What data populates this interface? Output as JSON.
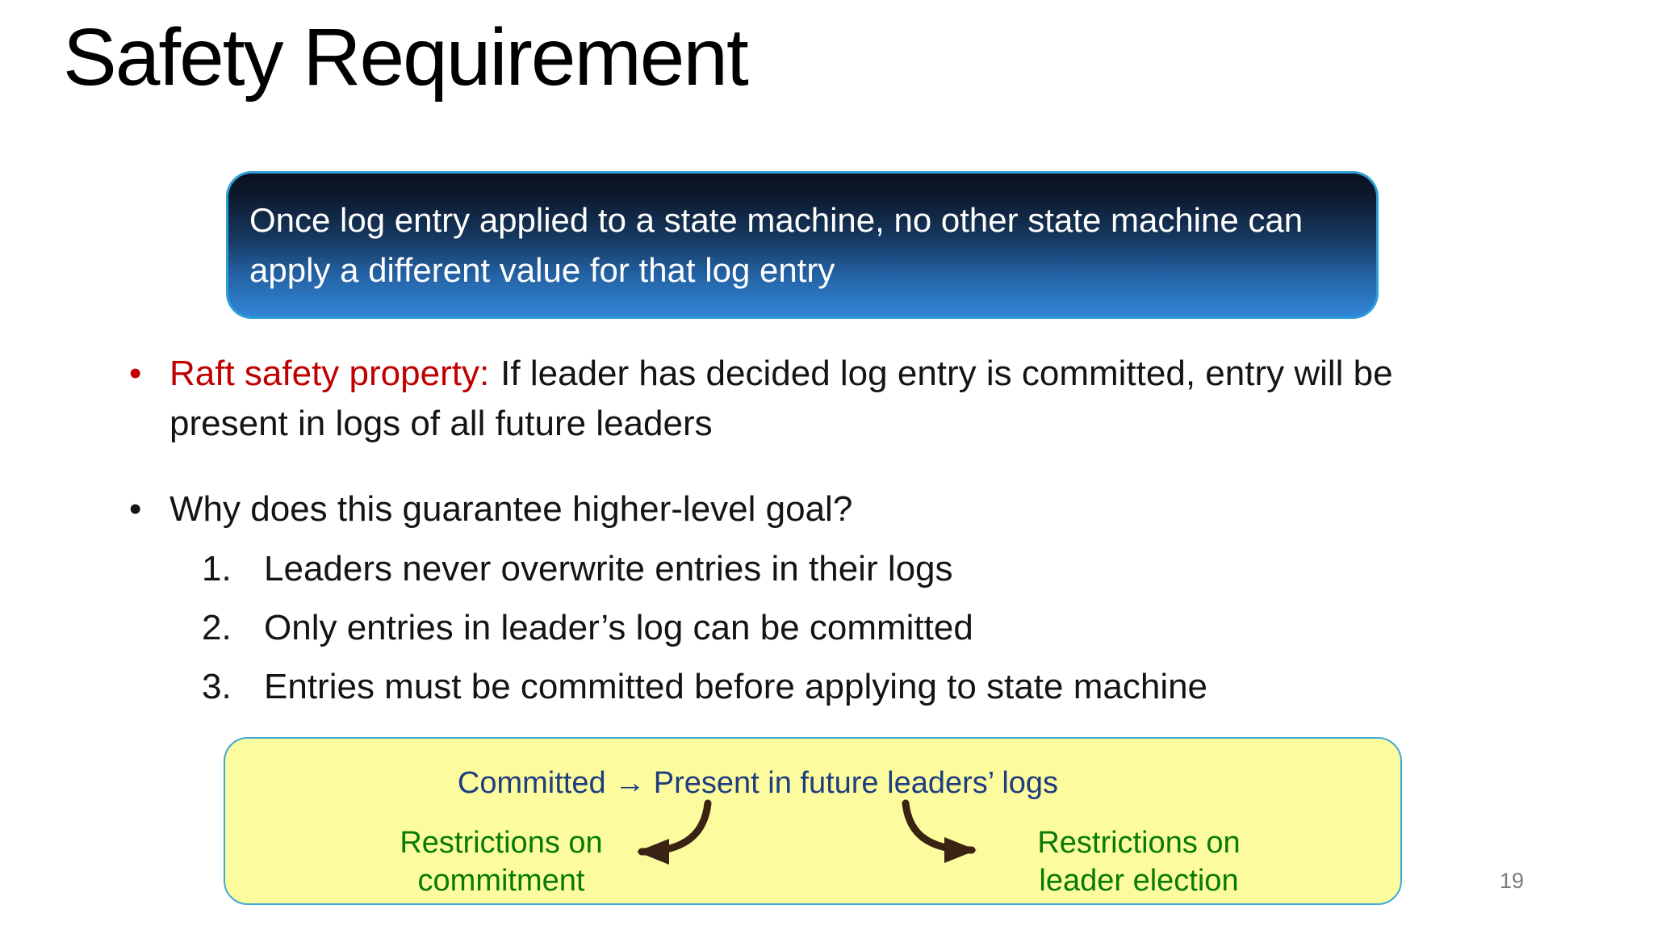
{
  "title": "Safety Requirement",
  "page_number": "19",
  "callout": {
    "text": "Once log entry applied to a state machine, no other state machine can apply a different value for that log entry"
  },
  "bullet1": {
    "lead": "Raft safety property:",
    "rest": "If leader has decided log entry is committed, entry will be present in logs of all future leaders"
  },
  "bullet2": {
    "text": "Why does this guarantee higher-level goal?"
  },
  "numbered_list": [
    {
      "num": "1.",
      "text": "Leaders never overwrite entries in their logs"
    },
    {
      "num": "2.",
      "text": "Only entries in leader’s log can be committed"
    },
    {
      "num": "3.",
      "text": "Entries must be committed before applying to state machine"
    }
  ],
  "summary": {
    "header": "Committed → Present in future leaders’ logs",
    "left_label_line1": "Restrictions on",
    "left_label_line2": "commitment",
    "right_label_line1": "Restrictions on",
    "right_label_line2": "leader election"
  },
  "colors": {
    "accent_red": "#C00000",
    "accent_green": "#077A07",
    "summary_header_blue": "#1F3D7E",
    "arrow_brown": "#3A2313",
    "callout_border_blue": "#2E9ED9",
    "callout_gradient_top": "#0A1120",
    "callout_gradient_bottom": "#3184D6",
    "summary_bg_yellow": "#FCFC9E",
    "summary_border_blue": "#3FA8D8",
    "page_number_gray": "#7C7C7C"
  }
}
